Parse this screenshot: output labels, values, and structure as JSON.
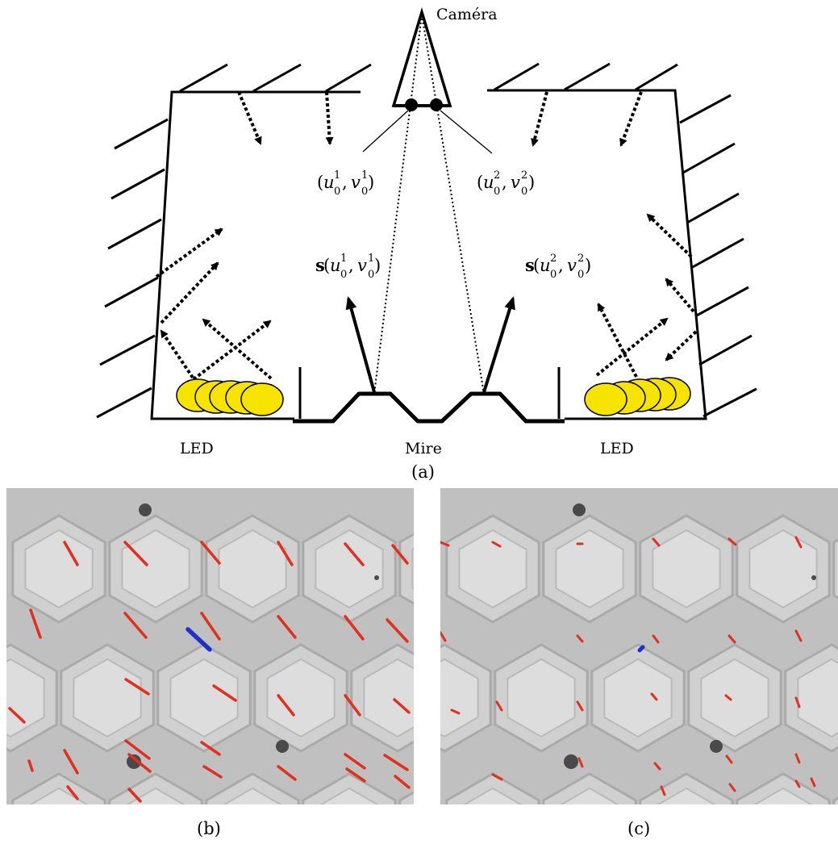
{
  "labels": {
    "camera": "Caméra",
    "led_left": "LED",
    "led_right": "LED",
    "target": "Mire",
    "point1_u": "u",
    "point1_v": "v",
    "point1_sub": "0",
    "point1_sup": "1",
    "point2_u": "u",
    "point2_v": "v",
    "point2_sub": "0",
    "point2_sup": "2",
    "s_bold": "s",
    "caption_a": "(a)",
    "caption_b": "(b)",
    "caption_c": "(c)"
  },
  "colors": {
    "line": "#000000",
    "led_fill": "#f6e400",
    "led_stroke": "#000000",
    "photo_bg": "#bfc0bf",
    "photo_cell": "#cfd0cf",
    "photo_cell_edge": "#a9aaa9",
    "normal_red": "#e0301e",
    "normal_blue": "#2030c8"
  },
  "panels": {
    "b": {
      "marker": "red-normal-lines-long"
    },
    "c": {
      "marker": "red-normal-lines-short"
    }
  }
}
